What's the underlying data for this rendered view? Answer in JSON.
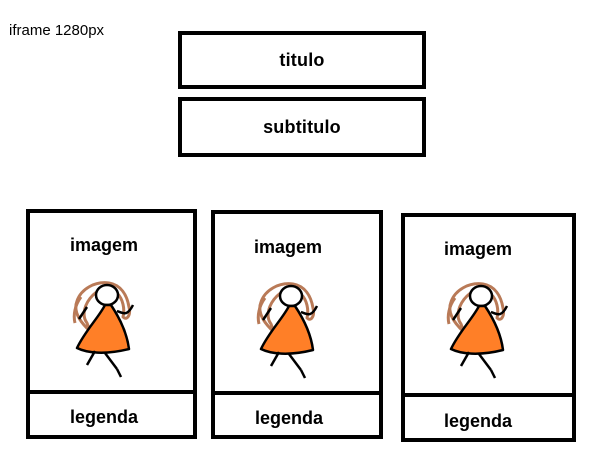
{
  "caption": "iframe 1280px",
  "header": {
    "title": "titulo",
    "subtitle": "subtitulo"
  },
  "cards": [
    {
      "image_label": "imagem",
      "legend": "legenda",
      "figure_icon": "stick-figure-girl-icon"
    },
    {
      "image_label": "imagem",
      "legend": "legenda",
      "figure_icon": "stick-figure-girl-icon"
    },
    {
      "image_label": "imagem",
      "legend": "legenda",
      "figure_icon": "stick-figure-girl-icon"
    }
  ],
  "colors": {
    "border": "#000000",
    "dress": "#ff7f27",
    "hair": "#b97a57",
    "background": "#ffffff"
  }
}
